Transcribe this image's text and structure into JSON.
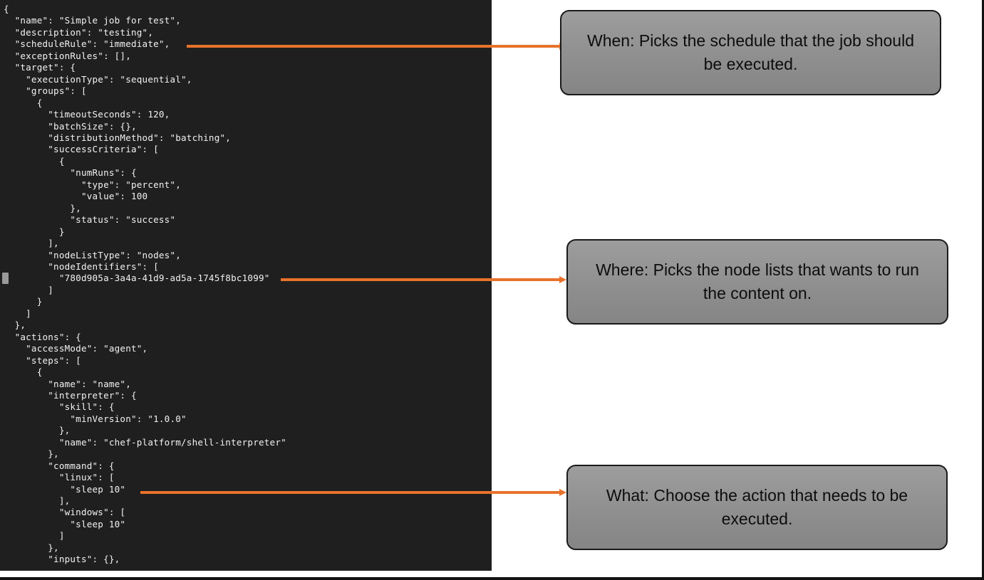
{
  "code_panel": {
    "language": "json",
    "background_color": "#1f1f1f",
    "text_color": "#f2f2f2",
    "scrollbar": {
      "name": "vertical-scrollbar-thumb"
    },
    "content": "{\n  \"name\": \"Simple job for test\",\n  \"description\": \"testing\",\n  \"scheduleRule\": \"immediate\",\n  \"exceptionRules\": [],\n  \"target\": {\n    \"executionType\": \"sequential\",\n    \"groups\": [\n      {\n        \"timeoutSeconds\": 120,\n        \"batchSize\": {},\n        \"distributionMethod\": \"batching\",\n        \"successCriteria\": [\n          {\n            \"numRuns\": {\n              \"type\": \"percent\",\n              \"value\": 100\n            },\n            \"status\": \"success\"\n          }\n        ],\n        \"nodeListType\": \"nodes\",\n        \"nodeIdentifiers\": [\n          \"780d905a-3a4a-41d9-ad5a-1745f8bc1099\"\n        ]\n      }\n    ]\n  },\n  \"actions\": {\n    \"accessMode\": \"agent\",\n    \"steps\": [\n      {\n        \"name\": \"name\",\n        \"interpreter\": {\n          \"skill\": {\n            \"minVersion\": \"1.0.0\"\n          },\n          \"name\": \"chef-platform/shell-interpreter\"\n        },\n        \"command\": {\n          \"linux\": [\n            \"sleep 10\"\n          ],\n          \"windows\": [\n            \"sleep 10\"\n          ]\n        },\n        \"inputs\": {},"
  },
  "annotations": {
    "accent_color": "#e8722c",
    "box_fill_top": "#9d9d9d",
    "box_fill_bottom": "#858585",
    "box_border_color": "#1a1a1a",
    "callouts": [
      {
        "id": "when",
        "text": "When: Picks the schedule that the job should be executed.",
        "targets_line": "\"scheduleRule\": \"immediate\","
      },
      {
        "id": "where",
        "text": "Where: Picks the node lists that wants to run the content on.",
        "targets_line": "\"780d905a-3a4a-41d9-ad5a-1745f8bc1099\""
      },
      {
        "id": "what",
        "text": "What: Choose the action that needs to be executed.",
        "targets_line": "\"sleep 10\""
      }
    ]
  }
}
